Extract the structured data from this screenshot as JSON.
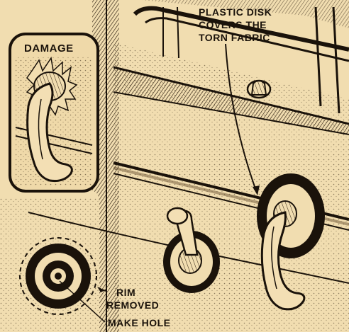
{
  "labels": {
    "damage": "DAMAGE",
    "plastic_disk": [
      "PLASTIC DISK",
      "COVERS THE",
      "TORN FABRIC"
    ],
    "rim_removed": [
      "RIM",
      "REMOVED"
    ],
    "make_hole": "MAKE HOLE"
  },
  "colors": {
    "paper": "#f1ddb0",
    "ink": "#1a120a",
    "panel": "#e9d3a4"
  }
}
